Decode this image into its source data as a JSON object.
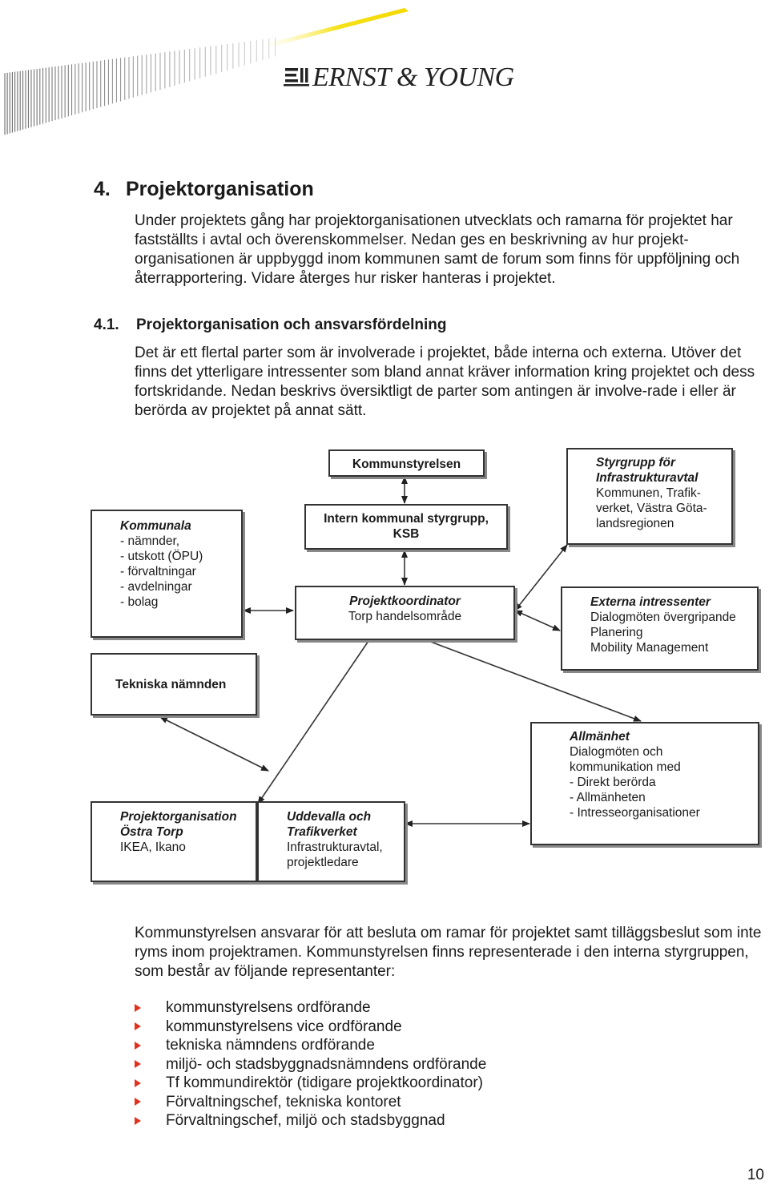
{
  "header": {
    "logo_text": "ERNST & YOUNG"
  },
  "section": {
    "number": "4.",
    "title": "Projektorganisation"
  },
  "intro": "Under projektets gång har projektorganisationen utvecklats och ramarna för projektet har fastställts i avtal och överenskommelser. Nedan ges en beskrivning av hur projekt-organisationen är uppbyggd inom kommunen samt de forum som finns för uppföljning och återrapportering. Vidare återges hur risker hanteras i projektet.",
  "subsection": {
    "number": "4.1.",
    "title": "Projektorganisation och ansvarsfördelning"
  },
  "sub_paragraph": "Det är ett flertal parter som är involverade i projektet, både interna och externa. Utöver det finns det ytterligare intressenter som bland annat kräver information kring projektet och dess fortskridande. Nedan beskrivs översiktligt de parter som antingen är involve-rade i eller är berörda av projektet på annat sätt.",
  "diagram": {
    "kommunstyrelsen": {
      "title": "Kommunstyrelsen"
    },
    "styrgrupp": {
      "title_1": "Styrgrupp för",
      "title_2": "Infrastrukturavtal",
      "line_1": "Kommunen, Trafik-",
      "line_2": "verket, Västra Göta-",
      "line_3": "landsregionen"
    },
    "ksb": {
      "title_1": "Intern kommunal styrgrupp,",
      "title_2": "KSB"
    },
    "kommunala": {
      "title": "Kommunala",
      "items": [
        "- nämnder,",
        "- utskott (ÖPU)",
        "- förvaltningar",
        "- avdelningar",
        "- bolag"
      ]
    },
    "projektkoordinator": {
      "title": "Projektkoordinator",
      "line_1": "Torp handelsområde"
    },
    "externa": {
      "title": "Externa intressenter",
      "line_1": "Dialogmöten övergripande",
      "line_2": "Planering",
      "line_3": "Mobility Management"
    },
    "tekniska": {
      "title": "Tekniska nämnden"
    },
    "allmanhet": {
      "title": "Allmänhet",
      "line_1": "Dialogmöten och",
      "line_2": "kommunikation med",
      "line_3": "- Direkt berörda",
      "line_4": "- Allmänheten",
      "line_5": "- Intresseorganisationer"
    },
    "ostra_torp": {
      "title_1": "Projektorganisation",
      "title_2": "Östra Torp",
      "line_1": "IKEA, Ikano"
    },
    "uddevalla": {
      "title_1": "Uddevalla och",
      "title_2": "Trafikverket",
      "line_1": "Infrastrukturavtal,",
      "line_2": "projektledare"
    }
  },
  "closing_paragraph": "Kommunstyrelsen ansvarar för att besluta om ramar för projektet samt tilläggsbeslut som inte ryms inom projektramen. Kommunstyrelsen finns representerade i den interna styrgruppen, som består av följande representanter:",
  "representatives": [
    "kommunstyrelsens ordförande",
    "kommunstyrelsens vice ordförande",
    "tekniska nämndens ordförande",
    "miljö- och stadsbyggnadsnämndens ordförande",
    "Tf kommundirektör (tidigare projektkoordinator)",
    "Förvaltningschef, tekniska kontoret",
    "Förvaltningschef, miljö och stadsbyggnad"
  ],
  "page_number": "10",
  "colors": {
    "bullet": "#e0331e",
    "logo_stripe": "#f5e21a"
  }
}
